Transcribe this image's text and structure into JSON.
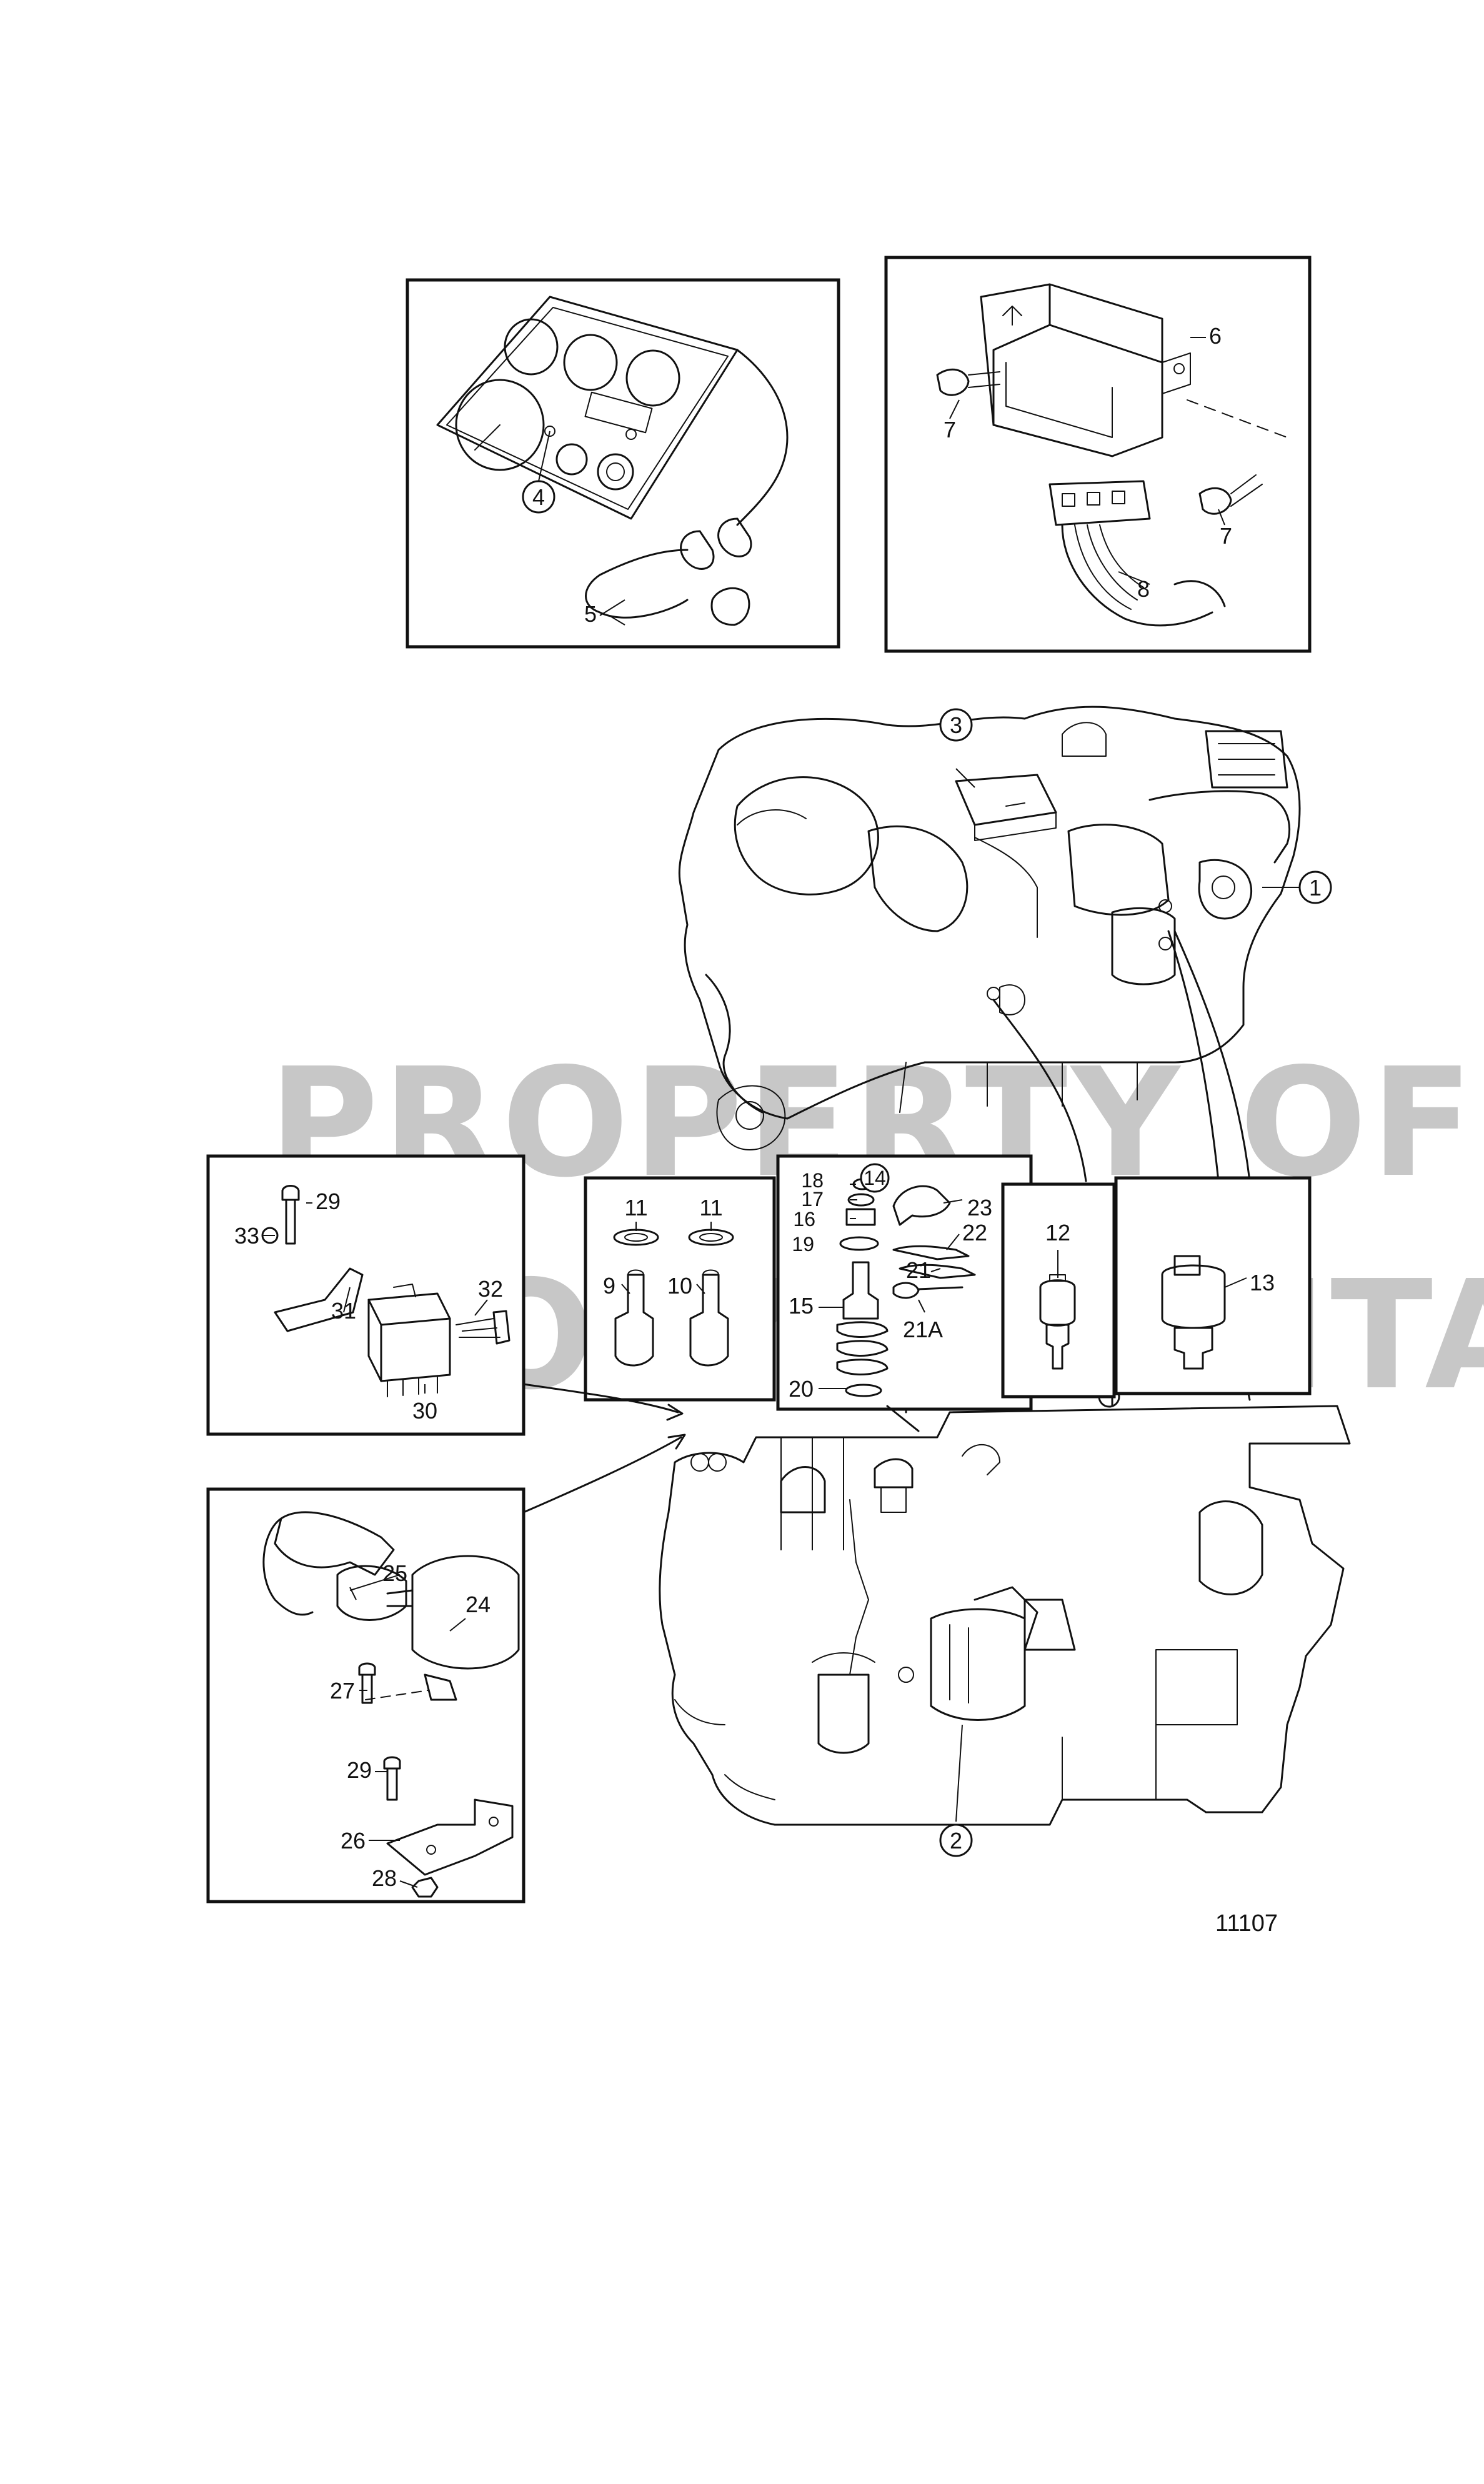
{
  "figure": {
    "number": "11107"
  },
  "watermark": {
    "line1": "PROPERTY OF",
    "line2": "VOLVO PENTA"
  },
  "callouts": {
    "c1": "1",
    "c2": "2",
    "c3": "3",
    "c4": "4",
    "c5": "5",
    "c6": "6",
    "c7a": "7",
    "c7b": "7",
    "c8": "8",
    "c9": "9",
    "c10": "10",
    "c11a": "11",
    "c11b": "11",
    "c12": "12",
    "c13": "13",
    "c14": "14",
    "c15": "15",
    "c16": "16",
    "c17": "17",
    "c18": "18",
    "c19": "19",
    "c20": "20",
    "c21": "21",
    "c21a": "21A",
    "c22": "22",
    "c23": "23",
    "c24": "24",
    "c25": "25",
    "c26": "26",
    "c27": "27",
    "c28": "28",
    "c29a": "29",
    "c29b": "29",
    "c30": "30",
    "c31": "31",
    "c32": "32",
    "c33": "33"
  }
}
